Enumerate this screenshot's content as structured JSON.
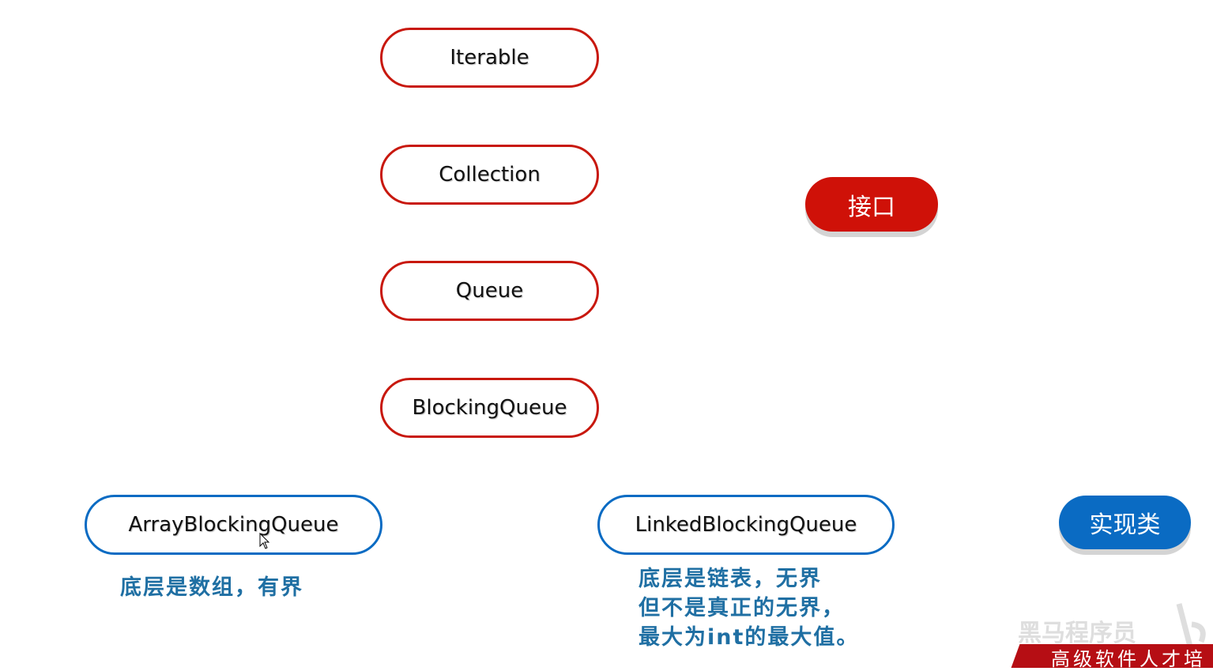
{
  "interfaces": [
    {
      "label": "Iterable"
    },
    {
      "label": "Collection"
    },
    {
      "label": "Queue"
    },
    {
      "label": "BlockingQueue"
    }
  ],
  "implementations": [
    {
      "label": "ArrayBlockingQueue",
      "note": "底层是数组，有界"
    },
    {
      "label": "LinkedBlockingQueue",
      "note_lines": [
        "底层是链表，无界",
        "但不是真正的无界，",
        "最大为int的最大值。"
      ]
    }
  ],
  "legend": {
    "interface_label": "接口",
    "impl_label": "实现类"
  },
  "colors": {
    "interface_border": "#c8180e",
    "impl_border": "#0a6bc3",
    "note_text": "#1f6fa3"
  },
  "watermark": {
    "text": "黑马程序员",
    "banner": "高级软件人才培"
  }
}
